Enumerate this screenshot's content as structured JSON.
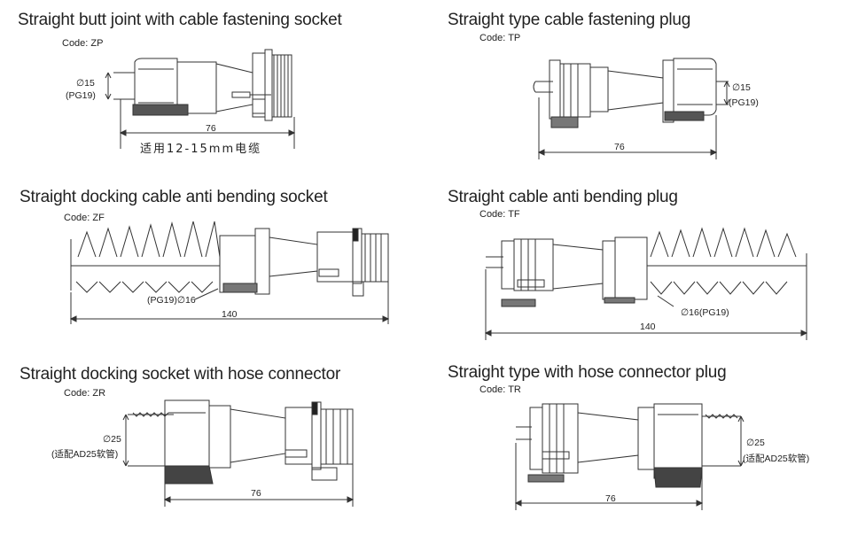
{
  "panels": [
    {
      "title": "Straight butt joint with cable fastening socket",
      "code": "Code: ZP",
      "diameter_label": "∅15",
      "thread_label": "(PG19)",
      "length_label": "76",
      "cable_note": "适用12-15mm电缆"
    },
    {
      "title": "Straight type cable fastening plug",
      "code": "Code: TP",
      "diameter_label": "∅15",
      "thread_label": "(PG19)",
      "length_label": "76"
    },
    {
      "title": "Straight docking cable anti bending socket",
      "code": "Code: ZF",
      "diameter_label": "(PG19)∅16",
      "length_label": "140"
    },
    {
      "title": "Straight cable anti bending plug",
      "code": "Code: TF",
      "diameter_label": "∅16(PG19)",
      "length_label": "140"
    },
    {
      "title": "Straight docking socket with hose connector",
      "code": "Code: ZR",
      "diameter_label": "∅25",
      "hose_note": "(适配AD25软管)",
      "length_label": "76"
    },
    {
      "title": "Straight type with hose connector plug",
      "code": "Code: TR",
      "diameter_label": "∅25",
      "hose_note": "(适配AD25软管)",
      "length_label": "76"
    }
  ]
}
